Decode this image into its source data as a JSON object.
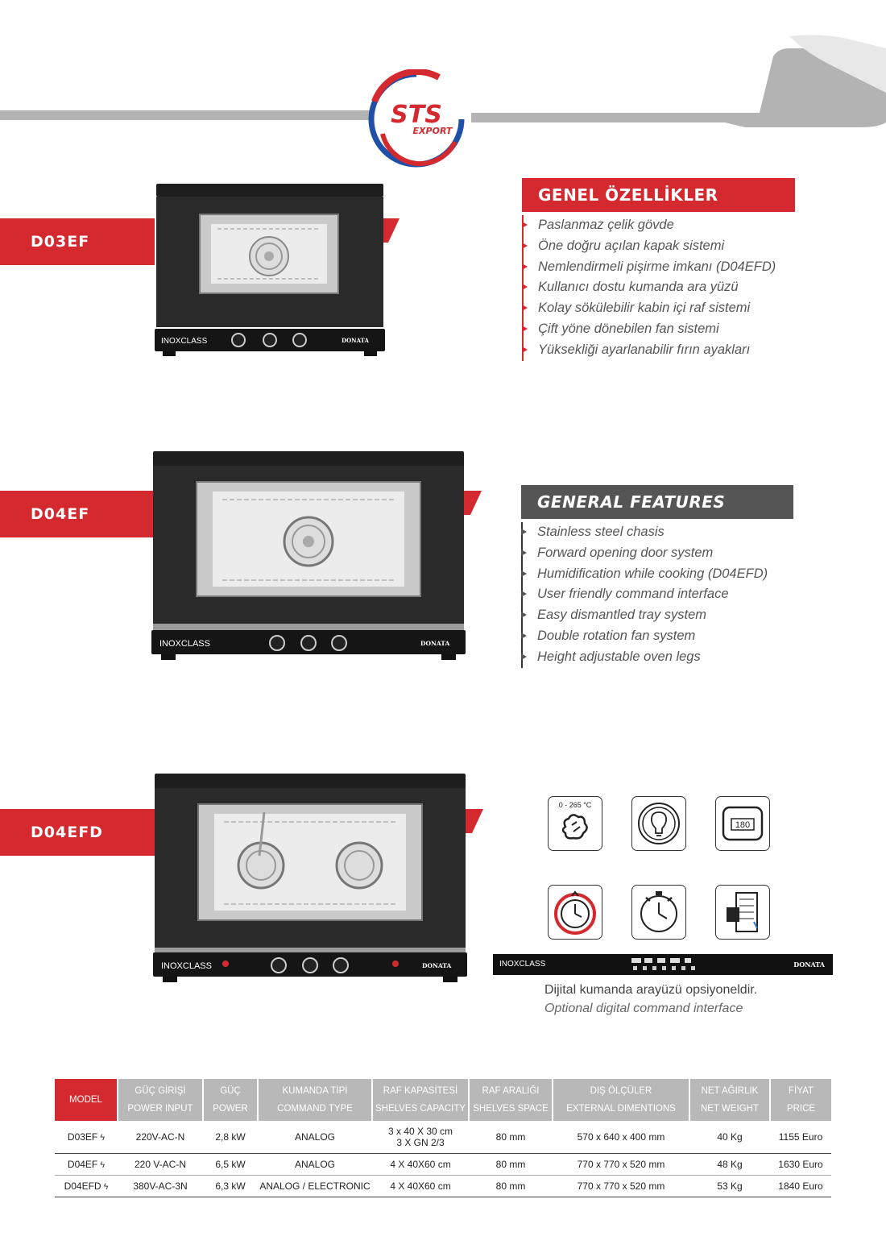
{
  "brand": {
    "line1": "STS",
    "line2": "EXPORT"
  },
  "models": [
    {
      "tag": "D03EF",
      "panel_brand": "INOXCLASS",
      "panel_maker": "DONATA"
    },
    {
      "tag": "D04EF",
      "panel_brand": "INOXCLASS",
      "panel_maker": "DONATA"
    },
    {
      "tag": "D04EFD",
      "panel_brand": "INOXCLASS",
      "panel_maker": "DONATA"
    }
  ],
  "features_tr": {
    "title": "GENEL ÖZELLİKLER",
    "items": [
      "Paslanmaz çelik gövde",
      "Öne doğru açılan kapak sistemi",
      "Nemlendirmeli pişirme imkanı (D04EFD)",
      "Kullanıcı dostu kumanda ara yüzü",
      "Kolay sökülebilir kabin içi raf sistemi",
      "Çift yöne dönebilen fan sistemi",
      "Yüksekliği ayarlanabilir fırın ayakları"
    ]
  },
  "features_en": {
    "title": "GENERAL FEATURES",
    "items": [
      "Stainless steel chasis",
      "Forward opening door system",
      "Humidification while cooking (D04EFD)",
      "User friendly command interface",
      "Easy dismantled tray system",
      "Double rotation fan system",
      "Height adjustable oven legs"
    ]
  },
  "icons": [
    {
      "name": "temperature-range-icon",
      "label": "0 - 265 °C"
    },
    {
      "name": "lamp-icon",
      "label": ""
    },
    {
      "name": "timer-display-icon",
      "label": "180"
    },
    {
      "name": "manual-timer-icon",
      "label": ""
    },
    {
      "name": "clock-icon",
      "label": ""
    },
    {
      "name": "door-handle-icon",
      "label": ""
    }
  ],
  "digital_panel": {
    "brand": "INOXCLASS",
    "maker": "DONATA",
    "caption_tr": "Dijital kumanda arayüzü opsiyoneldir.",
    "caption_en": "Optional digital command interface"
  },
  "table": {
    "headers": [
      {
        "tr": "MODEL",
        "en": ""
      },
      {
        "tr": "GÜÇ GİRİŞİ",
        "en": "POWER INPUT"
      },
      {
        "tr": "GÜÇ",
        "en": "POWER"
      },
      {
        "tr": "KUMANDA TİPİ",
        "en": "COMMAND TYPE"
      },
      {
        "tr": "RAF KAPASİTESİ",
        "en": "SHELVES CAPACITY"
      },
      {
        "tr": "RAF ARALIĞI",
        "en": "SHELVES SPACE"
      },
      {
        "tr": "DIŞ ÖLÇÜLER",
        "en": "EXTERNAL DIMENTIONS"
      },
      {
        "tr": "NET AĞIRLIK",
        "en": "NET WEIGHT"
      },
      {
        "tr": "FİYAT",
        "en": "PRICE"
      }
    ],
    "rows": [
      {
        "model": "D03EF",
        "power_input": "220V-AC-N",
        "power": "2,8 kW",
        "command": "ANALOG",
        "capacity_1": "3 x 40 X 30 cm",
        "capacity_2": "3 X GN 2/3",
        "space": "80 mm",
        "dims": "570 x 640 x 400 mm",
        "weight": "40 Kg",
        "price": "1155 Euro"
      },
      {
        "model": "D04EF",
        "power_input": "220 V-AC-N",
        "power": "6,5 kW",
        "command": "ANALOG",
        "capacity_1": "4 X 40X60 cm",
        "capacity_2": "",
        "space": "80 mm",
        "dims": "770 x 770 x 520 mm",
        "weight": "48 Kg",
        "price": "1630 Euro"
      },
      {
        "model": "D04EFD",
        "power_input": "380V-AC-3N",
        "power": "6,3 kW",
        "command": "ANALOG / ELECTRONIC",
        "capacity_1": "4 X 40X60 cm",
        "capacity_2": "",
        "space": "80 mm",
        "dims": "770 x 770 x 520 mm",
        "weight": "53 Kg",
        "price": "1840 Euro"
      }
    ]
  },
  "colors": {
    "accent": "#d42a2f",
    "grey_band": "#b3b3b3",
    "en_title_bg": "#555555"
  }
}
